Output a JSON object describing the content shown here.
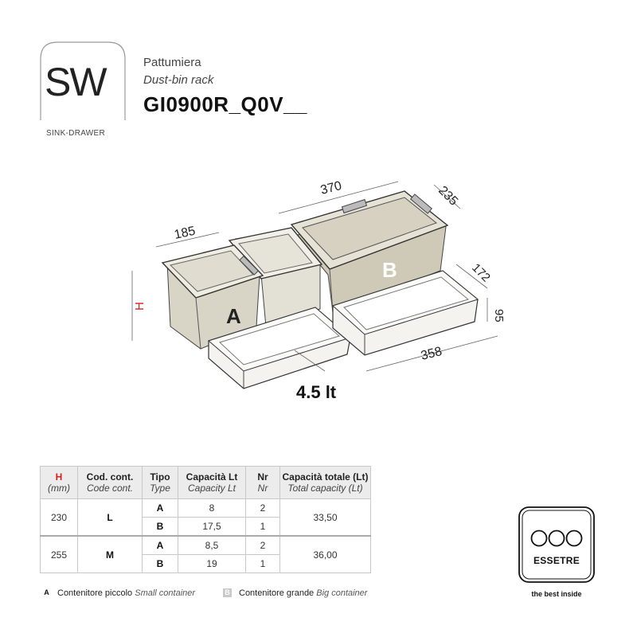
{
  "logo": {
    "text": "SW",
    "subtitle": "SINK-DRAWER"
  },
  "header": {
    "title_it": "Pattumiera",
    "title_en": "Dust-bin rack",
    "code": "GI0900R_Q0V__"
  },
  "drawing": {
    "labels": {
      "height": "H",
      "width_small": "185",
      "width_big": "370",
      "depth_big": "235",
      "depth_tray": "172",
      "height_tray": "95",
      "width_tray": "358",
      "container_a": "A",
      "container_b": "B",
      "tray_capacity": "4.5 lt"
    }
  },
  "table": {
    "headers": [
      {
        "main": "H",
        "sub": "(mm)"
      },
      {
        "main": "Cod. cont.",
        "sub": "Code cont."
      },
      {
        "main": "Tipo",
        "sub": "Type"
      },
      {
        "main": "Capacità Lt",
        "sub": "Capacity Lt"
      },
      {
        "main": "Nr",
        "sub": "Nr"
      },
      {
        "main": "Capacità totale (Lt)",
        "sub": "Total capacity (Lt)"
      }
    ],
    "groups": [
      {
        "h": "230",
        "code": "L",
        "total": "33,50",
        "rows": [
          {
            "type": "A",
            "capacity": "8",
            "nr": "2"
          },
          {
            "type": "B",
            "capacity": "17,5",
            "nr": "1"
          }
        ]
      },
      {
        "h": "255",
        "code": "M",
        "total": "36,00",
        "rows": [
          {
            "type": "A",
            "capacity": "8,5",
            "nr": "2"
          },
          {
            "type": "B",
            "capacity": "19",
            "nr": "1"
          }
        ]
      }
    ]
  },
  "legend": {
    "a": {
      "key": "A",
      "label_it": "Contenitore piccolo",
      "label_en": "Small container"
    },
    "b": {
      "key": "B",
      "label_it": "Contenitore grande",
      "label_en": "Big container"
    }
  },
  "brand": {
    "name": "ESSETRE",
    "tagline": "the best inside"
  },
  "colors": {
    "red": "#d62020",
    "bin_fill": "#d8d4c6",
    "big_bin_fill": "#cfc9b8"
  }
}
